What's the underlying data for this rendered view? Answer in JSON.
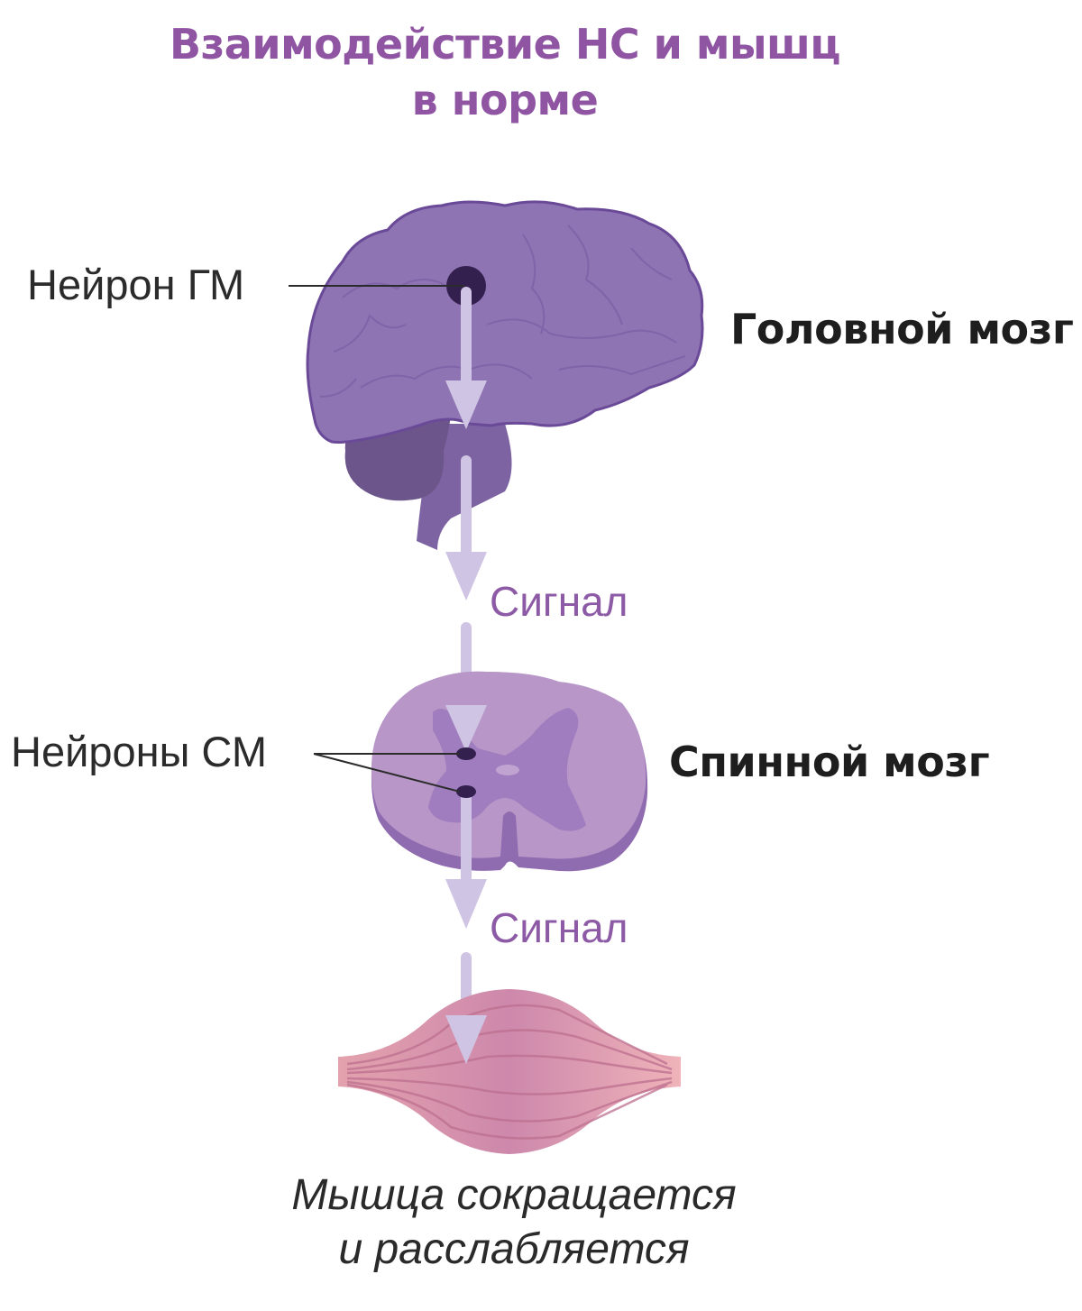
{
  "title": {
    "line1": "Взаимодействие НС и мышц",
    "line2": "в норме"
  },
  "labels": {
    "brain_neuron": "Нейрон ГМ",
    "brain": "Головной мозг",
    "signal_1": "Сигнал",
    "spinal_neurons": "Нейроны СМ",
    "spinal_cord": "Спинной мозг",
    "signal_2": "Сигнал"
  },
  "caption": {
    "line1": "Мышца сокращается",
    "line2": "и расслабляется"
  },
  "colors": {
    "title": "#8f55a3",
    "signal_text": "#8d5aa6",
    "brain": "#8e74b3",
    "brain_outline": "#6a4a98",
    "cerebellum": "#6b558a",
    "brainstem": "#7e63a3",
    "neuron": "#33204f",
    "arrow": "#cfc4e3",
    "spinal_white": "#b897c8",
    "spinal_grey": "#a07dbe",
    "spinal_edge": "#8f6bb0",
    "muscle": "#d58ea7",
    "muscle_fiber": "#bd6f8f"
  }
}
